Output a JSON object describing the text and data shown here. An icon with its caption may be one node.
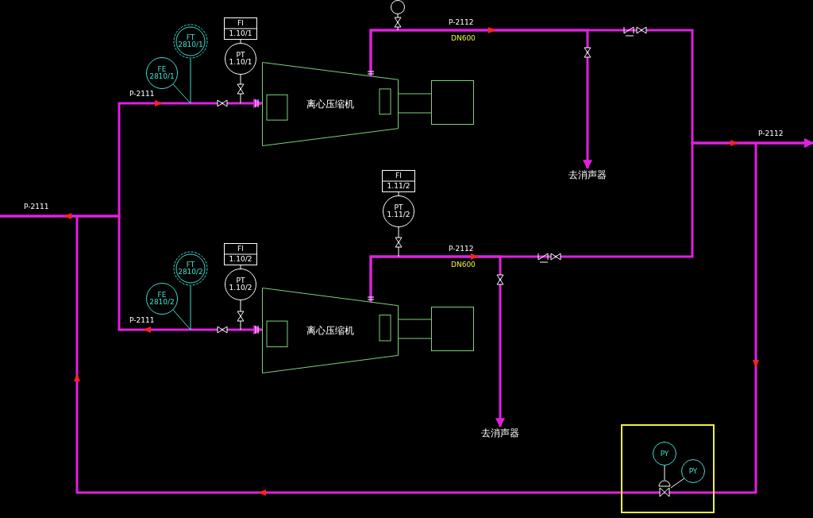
{
  "diagram": {
    "nodes": [
      {
        "text": [
          "FT",
          "2810/1"
        ]
      },
      {
        "text": [
          "FE",
          "2810/1"
        ]
      },
      {
        "text": [
          "FI",
          "1.10/1"
        ]
      },
      {
        "text": [
          "PT",
          "1.10/1"
        ]
      },
      {
        "text": [
          "离心压缩机"
        ]
      },
      {
        "text": [],
        "shape": "box"
      },
      {
        "text": [],
        "shape": "circle"
      },
      {
        "text": [
          "去消声器"
        ]
      },
      {
        "text": [
          "FI",
          "1.11/2"
        ]
      },
      {
        "text": [
          "PT",
          "1.11/2"
        ]
      },
      {
        "text": [
          "FT",
          "2810/2"
        ]
      },
      {
        "text": [
          "FE",
          "2810/2"
        ]
      },
      {
        "text": [
          "FI",
          "1.10/2"
        ]
      },
      {
        "text": [
          "PT",
          "1.10/2"
        ]
      },
      {
        "text": [
          "离心压缩机"
        ]
      },
      {
        "text": [],
        "shape": "box"
      },
      {
        "text": [
          "去消声器"
        ]
      },
      {
        "text": [
          "PY"
        ]
      },
      {
        "text": [
          "PY"
        ]
      },
      {
        "text": [],
        "shape": "valve"
      }
    ],
    "edges": [
      {
        "from": null,
        "to": 4,
        "arrow": "to",
        "style": "thick",
        "color": "#e020e0"
      },
      {
        "from": null,
        "to": 14,
        "arrow": "to",
        "style": "thick",
        "color": "#e020e0"
      },
      {
        "from": 4,
        "to": 7,
        "arrow": "to",
        "style": "thick",
        "color": "#e020e0"
      },
      {
        "from": 14,
        "to": 16,
        "arrow": "to",
        "style": "thick",
        "color": "#e020e0"
      },
      {
        "from": 4,
        "to": null,
        "arrow": "to",
        "style": "thick",
        "color": "#e020e0"
      },
      {
        "from": 14,
        "to": null,
        "arrow": "to",
        "style": "thick",
        "color": "#e020e0"
      },
      {
        "from": 2,
        "to": 3,
        "arrow": "none"
      },
      {
        "from": 8,
        "to": 9,
        "arrow": "none"
      },
      {
        "from": 12,
        "to": 13,
        "arrow": "none"
      },
      {
        "from": 4,
        "to": 5,
        "arrow": "none",
        "color": "#7fd07f"
      },
      {
        "from": 14,
        "to": 15,
        "arrow": "none",
        "color": "#7fd07f"
      },
      {
        "from": 1,
        "to": null,
        "arrow": "none",
        "color": "#40e0d0"
      },
      {
        "from": 11,
        "to": null,
        "arrow": "none",
        "color": "#40e0d0"
      },
      {
        "from": 0,
        "to": null,
        "arrow": "none",
        "color": "#40e0d0"
      },
      {
        "from": 10,
        "to": null,
        "arrow": "none",
        "color": "#40e0d0"
      },
      {
        "from": 3,
        "to": null,
        "arrow": "none"
      },
      {
        "from": 9,
        "to": null,
        "arrow": "none"
      },
      {
        "from": 13,
        "to": null,
        "arrow": "none"
      },
      {
        "from": 6,
        "to": null,
        "arrow": "none"
      },
      {
        "from": 17,
        "to": 19,
        "arrow": "none"
      },
      {
        "from": 18,
        "to": 19,
        "arrow": "none"
      }
    ],
    "labels": [
      "P-2112",
      "DN600",
      "P-2111",
      "P-2112",
      "P-2111",
      "P-2112",
      "DN600",
      "P-2111"
    ]
  }
}
